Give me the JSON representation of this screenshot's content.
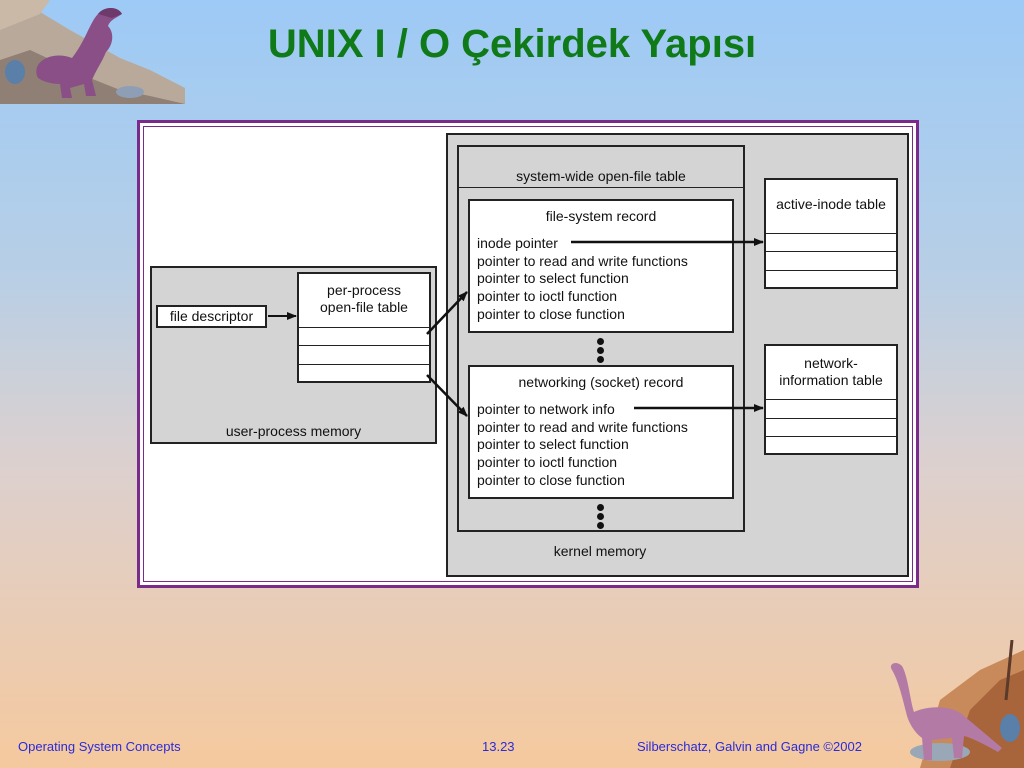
{
  "slide": {
    "title": "UNIX I / O Çekirdek Yapısı"
  },
  "diagram": {
    "user_process_memory": "user-process memory",
    "file_descriptor": "file descriptor",
    "per_process_table": "per-process\nopen-file table",
    "system_wide_table": "system-wide open-file table",
    "file_system_record": {
      "title": "file-system record",
      "lines": [
        "inode pointer",
        "pointer to read and write functions",
        "pointer to select function",
        "pointer to ioctl function",
        "pointer to close function"
      ]
    },
    "networking_record": {
      "title": "networking (socket) record",
      "lines": [
        "pointer to network info",
        "pointer to read and write functions",
        "pointer to select function",
        "pointer to ioctl function",
        "pointer to close function"
      ]
    },
    "active_inode_table": "active-inode table",
    "network_info_table": "network-\ninformation table",
    "kernel_memory": "kernel memory"
  },
  "footer": {
    "left": "Operating System Concepts",
    "center": "13.23",
    "right": "Silberschatz, Galvin and  Gagne ©2002"
  }
}
